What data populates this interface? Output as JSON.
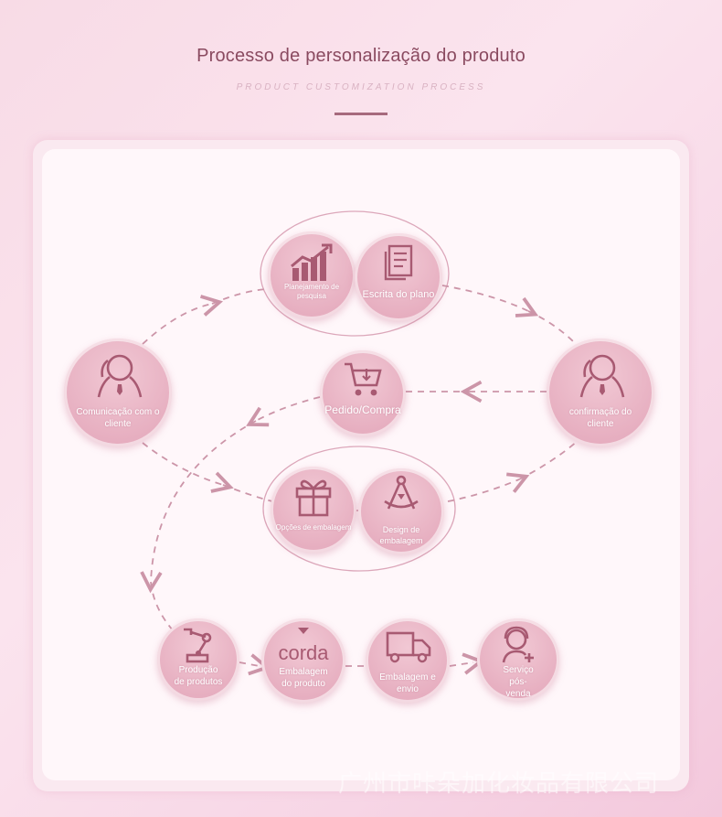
{
  "header": {
    "title": "Processo de personalização do produto",
    "subtitle": "PRODUCT CUSTOMIZATION PROCESS"
  },
  "nodes": {
    "planning": "Planejamento de pesquisa",
    "writing": "Escrita do plano",
    "communication": "Comunicação com o cliente",
    "order": "Pedido/Compra",
    "confirmation": "confirmação do cliente",
    "packaging_options": "Opções de embalagem",
    "packaging_design": "Design de embalagem",
    "production": "Produção de produtos",
    "product_packaging_word": "corda",
    "product_packaging": "Embalagem do produto",
    "shipping": "Embalagem e envio",
    "after_sales": "Serviço pós-venda"
  },
  "watermark": "广州市咔朵加化妆品有限公司",
  "colors": {
    "accent": "#8a4a60",
    "node": "#e6adbf",
    "connector": "#cc95a8",
    "icon": "#a85a72"
  }
}
